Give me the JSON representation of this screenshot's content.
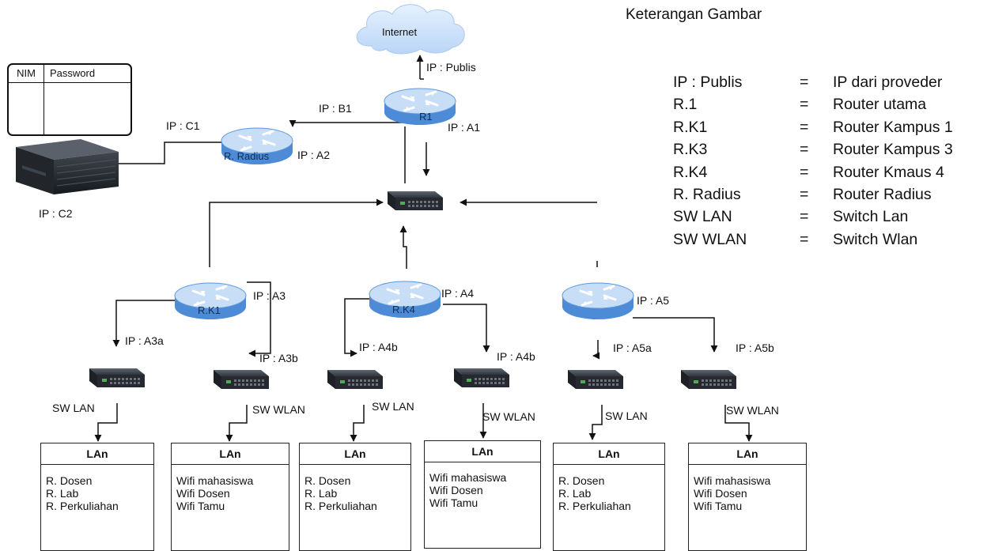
{
  "cloud": {
    "label": "Internet"
  },
  "routers": {
    "r1": "R1",
    "radius": "R. Radius",
    "rk1": "R.K1",
    "rk4": "R.K4"
  },
  "ip_labels": {
    "publis": "IP : Publis",
    "b1": "IP : B1",
    "a1": "IP : A1",
    "c1": "IP : C1",
    "a2": "IP : A2",
    "c2": "IP : C2",
    "a3": "IP : A3",
    "a4": "IP : A4",
    "a5": "IP : A5",
    "a3a": "IP : A3a",
    "a3b": "IP : A3b",
    "a4b_1": "IP : A4b",
    "a4b_2": "IP : A4b",
    "a5a": "IP : A5a",
    "a5b": "IP : A5b"
  },
  "switch_labels": {
    "s1": "SW LAN",
    "s2": "SW WLAN",
    "s3": "SW LAN",
    "s4": "SW WLAN",
    "s5": "SW LAN",
    "s6": "SW WLAN"
  },
  "credentials_table": {
    "col1": "NIM",
    "col2": "Password"
  },
  "legend": {
    "title": "Keterangan Gambar",
    "rows": [
      {
        "key": "IP : Publis",
        "eq": "=",
        "value": "IP dari proveder"
      },
      {
        "key": "R.1",
        "eq": "=",
        "value": "Router utama"
      },
      {
        "key": "R.K1",
        "eq": "=",
        "value": "Router Kampus 1"
      },
      {
        "key": "R.K3",
        "eq": "=",
        "value": "Router Kampus 3"
      },
      {
        "key": "R.K4",
        "eq": "=",
        "value": "Router Kmaus 4"
      },
      {
        "key": "R. Radius",
        "eq": "=",
        "value": "Router Radius"
      },
      {
        "key": "SW  LAN",
        "eq": "=",
        "value": "Switch Lan"
      },
      {
        "key": "SW WLAN",
        "eq": "=",
        "value": "Switch Wlan"
      }
    ]
  },
  "lan_boxes": [
    {
      "title": "LAn",
      "items": [
        "R. Dosen",
        "R. Lab",
        "R. Perkuliahan"
      ]
    },
    {
      "title": "LAn",
      "items": [
        "Wifi mahasiswa",
        "Wifi Dosen",
        "Wifi Tamu"
      ]
    },
    {
      "title": "LAn",
      "items": [
        "R. Dosen",
        "R. Lab",
        "R. Perkuliahan"
      ]
    },
    {
      "title": "LAn",
      "items": [
        "Wifi mahasiswa",
        "Wifi Dosen",
        "Wifi Tamu"
      ]
    },
    {
      "title": "LAn",
      "items": [
        "R. Dosen",
        "R. Lab",
        "R. Perkuliahan"
      ]
    },
    {
      "title": "LAn",
      "items": [
        "Wifi mahasiswa",
        "Wifi Dosen",
        "Wifi Tamu"
      ]
    }
  ],
  "colors": {
    "router_top": "#c4dcf6",
    "router_side": "#5a97de",
    "cloud": "#d2e5fb",
    "switch": "#2b2f35"
  }
}
